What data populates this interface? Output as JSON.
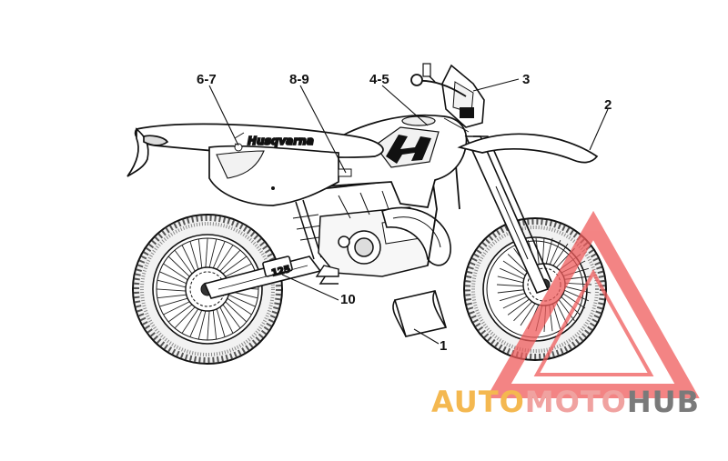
{
  "callouts": [
    {
      "id": "c67",
      "label": "6-7"
    },
    {
      "id": "c89",
      "label": "8-9"
    },
    {
      "id": "c45",
      "label": "4-5"
    },
    {
      "id": "c3",
      "label": "3"
    },
    {
      "id": "c2",
      "label": "2"
    },
    {
      "id": "c10",
      "label": "10"
    },
    {
      "id": "c1",
      "label": "1"
    }
  ],
  "decals": {
    "brand_name": "Husqvarna",
    "number_plate": "125"
  },
  "watermark": {
    "part1": "AUTO",
    "part2": "MOTO",
    "part3": "HUB",
    "colors": {
      "auto": "#f4b850",
      "moto": "#f0a2a0",
      "hub": "#7a7a7a",
      "triangle": "#ef5c5c"
    }
  }
}
